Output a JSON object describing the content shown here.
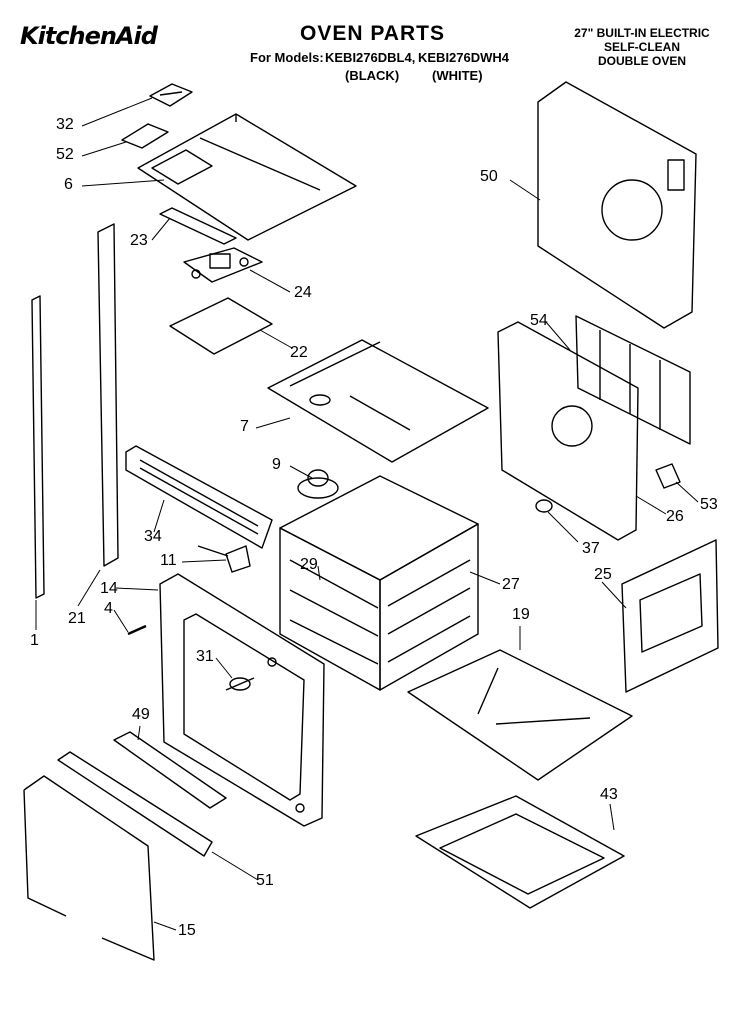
{
  "header": {
    "brand": "KitchenAid",
    "title": "OVEN PARTS",
    "models_prefix": "For Models:",
    "model_1": "KEBI276DBL4,",
    "model_2": "KEBI276DWH4",
    "variant_1": "(BLACK)",
    "variant_2": "(WHITE)",
    "spec_line_1": "27\" BUILT-IN ELECTRIC",
    "spec_line_2": "SELF-CLEAN",
    "spec_line_3": "DOUBLE OVEN"
  },
  "callouts": {
    "c1": "1",
    "c4": "4",
    "c6": "6",
    "c7": "7",
    "c9": "9",
    "c11": "11",
    "c14": "14",
    "c15": "15",
    "c19": "19",
    "c21": "21",
    "c22": "22",
    "c23": "23",
    "c24": "24",
    "c25": "25",
    "c26": "26",
    "c27": "27",
    "c29": "29",
    "c31": "31",
    "c32": "32",
    "c34": "34",
    "c37": "37",
    "c43": "43",
    "c49": "49",
    "c50": "50",
    "c51": "51",
    "c52": "52",
    "c53": "53",
    "c54": "54"
  }
}
